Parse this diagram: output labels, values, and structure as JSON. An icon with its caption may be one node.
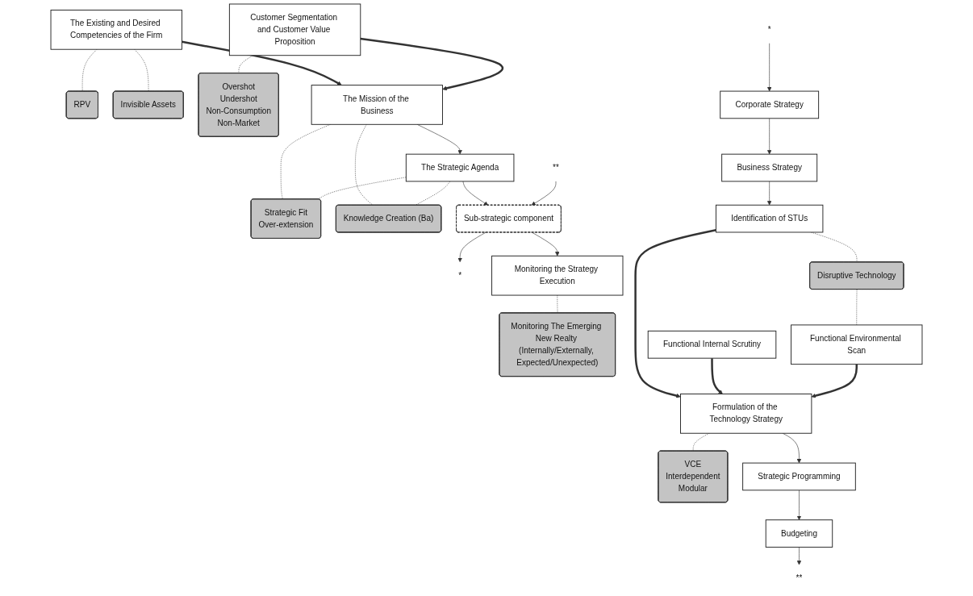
{
  "diagram": {
    "nodes": [
      {
        "text": [
          "Customer Segmentation and Customer Value Proposition"
        ]
      },
      {
        "text": [
          "The Existing and Desired Competencies of the Firm"
        ]
      },
      {
        "text": [
          "RPV"
        ]
      },
      {
        "text": [
          "Invisible Assets"
        ]
      },
      {
        "text": [
          "Overshot",
          "Undershot",
          "Non-Consumption",
          "Non-Market"
        ]
      },
      {
        "text": [
          "The Mission of the Business"
        ]
      },
      {
        "text": [
          "Strategic Fit",
          "Over-extension"
        ]
      },
      {
        "text": [
          "The Strategic Agenda"
        ]
      },
      {
        "text": [
          "Knowledge Creation (Ba)"
        ]
      },
      {
        "text": [
          "Sub-strategic component"
        ]
      },
      {
        "text": [
          "*"
        ]
      },
      {
        "text": [
          "**"
        ]
      },
      {
        "text": [
          "Monitoring the Strategy Execution"
        ]
      },
      {
        "text": [
          "Monitoring The Emerging New Realty (Internally/Externally, Expected/Unexpected)"
        ]
      },
      {
        "text": [
          "*"
        ]
      },
      {
        "text": [
          "Corporate Strategy"
        ]
      },
      {
        "text": [
          "Business Strategy"
        ]
      },
      {
        "text": [
          "Identification of STUs"
        ]
      },
      {
        "text": [
          "Disruptive Technology"
        ]
      },
      {
        "text": [
          "Functional Internal Scrutiny"
        ]
      },
      {
        "text": [
          "Functional Environmental Scan"
        ]
      },
      {
        "text": [
          "Formulation of the Technology Strategy"
        ]
      },
      {
        "text": [
          "VCE",
          "Interdependent",
          "Modular"
        ]
      },
      {
        "text": [
          "Strategic Programming"
        ]
      },
      {
        "text": [
          "Budgeting"
        ]
      },
      {
        "text": [
          "**"
        ]
      }
    ],
    "edges": [
      {
        "from": 1,
        "to": 2,
        "arrow": "none",
        "style": "dashed"
      },
      {
        "from": 1,
        "to": 3,
        "arrow": "none",
        "style": "dashed"
      },
      {
        "from": 1,
        "to": 5,
        "arrow": "to",
        "style": "thick"
      },
      {
        "from": 0,
        "to": 5,
        "arrow": "to",
        "style": "thick"
      },
      {
        "from": 0,
        "to": 4,
        "arrow": "none",
        "style": "dashed"
      },
      {
        "from": 5,
        "to": 7,
        "arrow": "to"
      },
      {
        "from": 5,
        "to": 6,
        "arrow": "none",
        "style": "dashed"
      },
      {
        "from": 5,
        "to": 8,
        "arrow": "none",
        "style": "dashed"
      },
      {
        "from": 7,
        "to": 6,
        "arrow": "none",
        "style": "dashed"
      },
      {
        "from": 7,
        "to": 8,
        "arrow": "none",
        "style": "dashed"
      },
      {
        "from": 7,
        "to": 9,
        "arrow": "to"
      },
      {
        "from": 9,
        "to": 10,
        "arrow": "to"
      },
      {
        "from": 11,
        "to": 9,
        "arrow": "to"
      },
      {
        "from": 9,
        "to": 12,
        "arrow": "to"
      },
      {
        "from": 12,
        "to": 13,
        "arrow": "none",
        "style": "dashed"
      },
      {
        "from": 14,
        "to": 15,
        "arrow": "to"
      },
      {
        "from": 15,
        "to": 16,
        "arrow": "to"
      },
      {
        "from": 16,
        "to": 17,
        "arrow": "to"
      },
      {
        "from": 17,
        "to": 18,
        "arrow": "none",
        "style": "dashed"
      },
      {
        "from": 18,
        "to": 20,
        "arrow": "none",
        "style": "dashed"
      },
      {
        "from": 17,
        "to": 21,
        "arrow": "to",
        "style": "thick"
      },
      {
        "from": 19,
        "to": 21,
        "arrow": "to",
        "style": "thick"
      },
      {
        "from": 20,
        "to": 21,
        "arrow": "to",
        "style": "thick"
      },
      {
        "from": 21,
        "to": 22,
        "arrow": "none",
        "style": "dashed"
      },
      {
        "from": 21,
        "to": 23,
        "arrow": "to"
      },
      {
        "from": 23,
        "to": 24,
        "arrow": "to"
      },
      {
        "from": 24,
        "to": 25,
        "arrow": "to"
      }
    ]
  }
}
